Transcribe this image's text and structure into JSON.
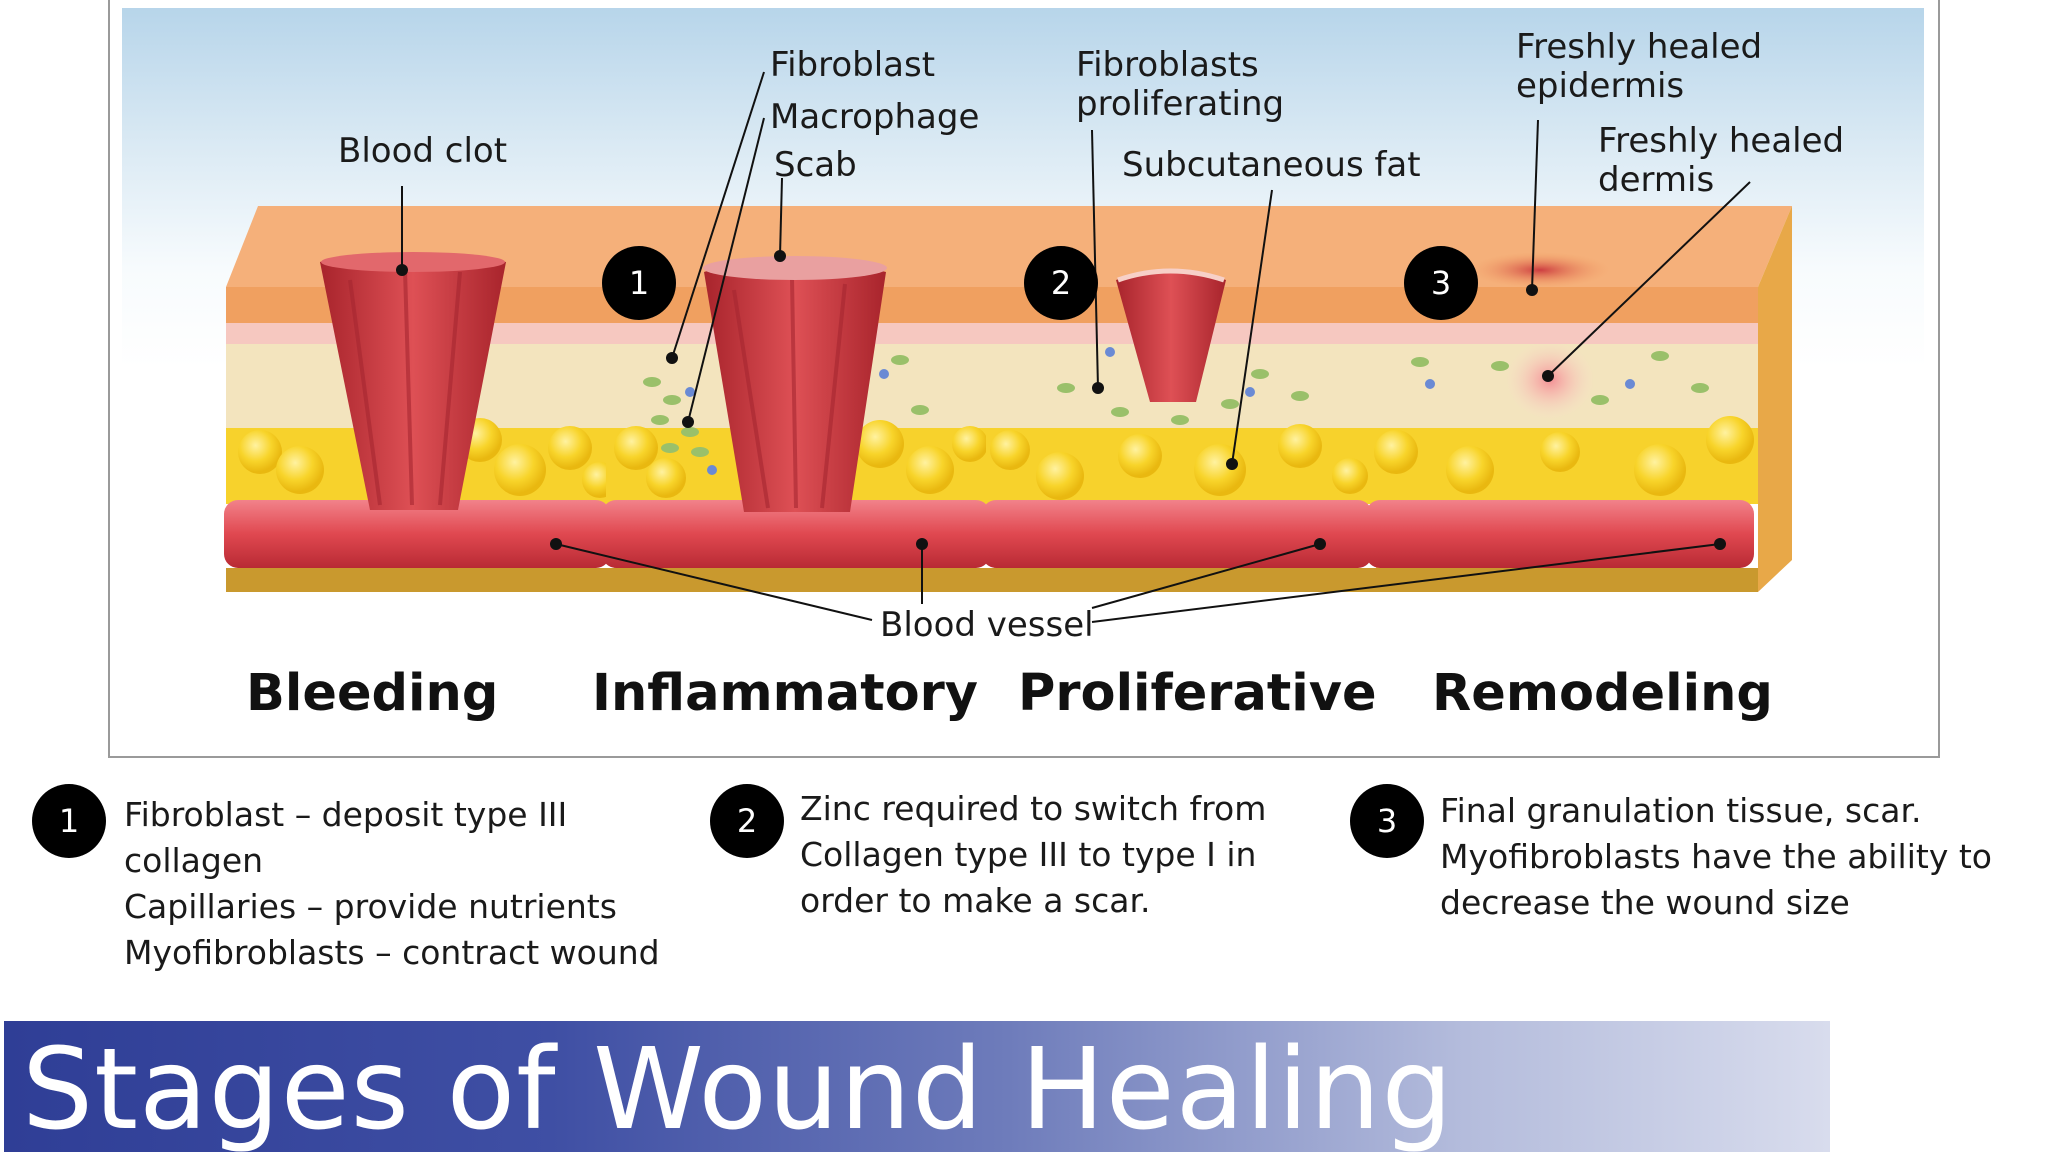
{
  "figure": {
    "labels": {
      "blood_clot": "Blood clot",
      "fibroblast": "Fibroblast",
      "macrophage": "Macrophage",
      "scab": "Scab",
      "fibroblasts_proliferating_1": "Fibroblasts",
      "fibroblasts_proliferating_2": "proliferating",
      "subcutaneous_fat": "Subcutaneous fat",
      "freshly_healed_epidermis_1": "Freshly healed",
      "freshly_healed_epidermis_2": "epidermis",
      "freshly_healed_dermis_1": "Freshly healed",
      "freshly_healed_dermis_2": "dermis",
      "blood_vessel": "Blood vessel"
    },
    "stages": [
      "Bleeding",
      "Inflammatory",
      "Proliferative",
      "Remodeling"
    ],
    "badges": [
      "1",
      "2",
      "3"
    ],
    "colors": {
      "epidermis": "#f0a868",
      "dermis": "#f7d2c4",
      "fat": "#f7d22c",
      "vessel": "#e04850",
      "clot": "#cc3a3f"
    }
  },
  "notes": [
    {
      "badge": "1",
      "lines": [
        "Fibroblast – deposit type III",
        "collagen",
        "Capillaries – provide nutrients",
        "Myofibroblasts – contract wound"
      ]
    },
    {
      "badge": "2",
      "lines": [
        "Zinc required to switch from",
        "Collagen type III to type I in",
        "order to make a scar."
      ]
    },
    {
      "badge": "3",
      "lines": [
        "Final granulation tissue, scar.",
        "Myofibroblasts have the ability to",
        "decrease the wound size"
      ]
    }
  ],
  "title": "Stages of Wound Healing"
}
